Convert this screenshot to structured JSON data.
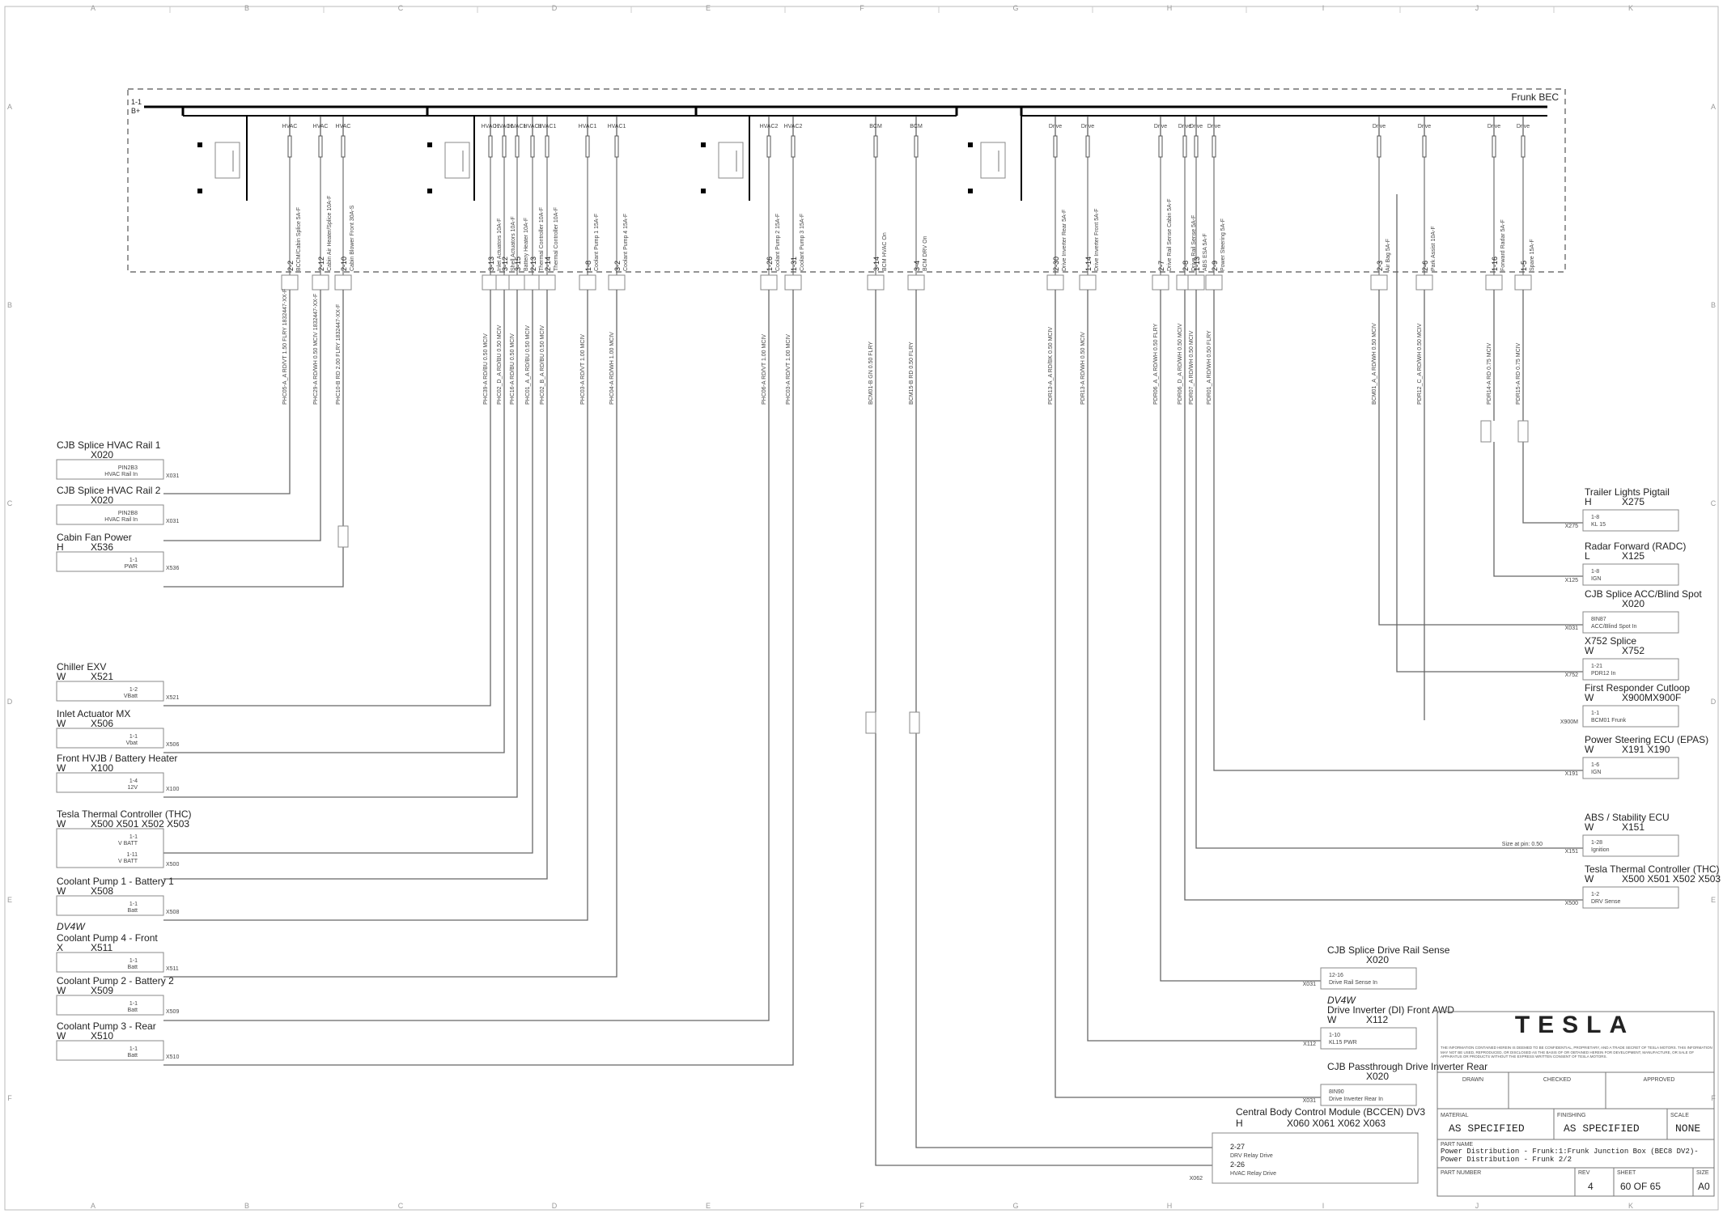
{
  "frame": {
    "columns": [
      "A",
      "B",
      "C",
      "D",
      "E",
      "F",
      "G",
      "H",
      "I",
      "J",
      "K"
    ],
    "rows": [
      "A",
      "B",
      "C",
      "D",
      "E",
      "F"
    ]
  },
  "bec": {
    "title": "Frunk BEC",
    "feed_pin": "1-1",
    "feed_label": "B+"
  },
  "fuses": [
    {
      "pin": "2-2",
      "name": "BCCM/Cabin Splice 5A-F",
      "circuit": "HVAC",
      "wire": "PHC05-A_A  RD/VT 1.50 FLRY  1832447-XX-F"
    },
    {
      "pin": "2-12",
      "name": "Cabin Air Heater/Splice 10A-F",
      "circuit": "HVAC",
      "wire": "PHC29-A  RD/WH 0.50 MCIV  1832447-XX-F"
    },
    {
      "pin": "2-10",
      "name": "Cabin Blower Front 30A-S",
      "circuit": "HVAC",
      "wire": "PHC10-B  RD 2.00 FLRY  1832447-XX-F"
    },
    {
      "pin": "3-13",
      "name": "Inlet Actuators 10A-F",
      "circuit": "HVAC1",
      "wire": "PHC39-A  RD/BU 0.50 MCIV"
    },
    {
      "pin": "3-12",
      "name": "Shell Actuators 10A-F",
      "circuit": "HVAC1",
      "wire": "PHC02_D_A  RD/BU 0.50 MCIV"
    },
    {
      "pin": "3-15",
      "name": "Battery Heater 10A-F",
      "circuit": "HVAC1",
      "wire": "PHC16-A  RD/BU 0.50 MCIV"
    },
    {
      "pin": "2-13",
      "name": "Thermal Controller 10A-F",
      "circuit": "HVAC1",
      "wire": "PHC01_A_A  RD/BU 0.50 MCIV"
    },
    {
      "pin": "2-14",
      "name": "Thermal Controller 10A-F",
      "circuit": "HVAC1",
      "wire": "PHC02_B_A  RD/BU 0.50 MCIV"
    },
    {
      "pin": "1-8",
      "name": "Coolant Pump 1 15A-F",
      "circuit": "HVAC1",
      "wire": "PHC03-A  RD/VT 1.00 MCIV"
    },
    {
      "pin": "3-2",
      "name": "Coolant Pump 4 15A-F",
      "circuit": "HVAC1",
      "wire": "PHC04-A  RD/WH 1.00 MCIV"
    },
    {
      "pin": "1-26",
      "name": "Coolant Pump 2 15A-F",
      "circuit": "HVAC2",
      "wire": "PHC06-A  RD/VT 1.00 MCIV"
    },
    {
      "pin": "1-31",
      "name": "Coolant Pump 3 15A-F",
      "circuit": "HVAC2",
      "wire": "PHC03-A  RD/VT 1.00 MCIV"
    },
    {
      "pin": "3-14",
      "name": "BCM HVAC On",
      "circuit": "BCM",
      "wire": "BCM01-B  GN 0.50 FLRY"
    },
    {
      "pin": "3-4",
      "name": "BCM DRV On",
      "circuit": "BCM",
      "wire": "BCM15-B  RD 0.50 FLRY"
    },
    {
      "pin": "2-30",
      "name": "Drive Inverter Rear 5A-F",
      "circuit": "Drive",
      "wire": "PDR13-A_A  RD/BK 0.50 MCIV"
    },
    {
      "pin": "1-14",
      "name": "Drive Inverter Front 5A-F",
      "circuit": "Drive",
      "wire": "PDR13-A  RD/WH 0.50 MCIV"
    },
    {
      "pin": "2-7",
      "name": "Drive Rail Sense Cabin 5A-F",
      "circuit": "Drive",
      "wire": "PDR06_A_A  RD/WH 0.50 FLRY"
    },
    {
      "pin": "2-8",
      "name": "Drive Rail Sense 5A-F",
      "circuit": "Drive",
      "wire": "PDR06_D_A  RD/WH 0.50 MCIV"
    },
    {
      "pin": "1-13",
      "name": "ABS ESA 5A-F",
      "circuit": "Drive",
      "wire": "PDR07_A  RD/WH 0.50 MCIV"
    },
    {
      "pin": "2-9",
      "name": "Power Steering 5A-F",
      "circuit": "Drive",
      "wire": "PDR01_A  RD/WH 0.50 FLRY"
    },
    {
      "pin": "2-3",
      "name": "Air Bag 5A-F",
      "circuit": "Drive",
      "wire": "BCM01_A_A  RD/WH 0.50 MCIV"
    },
    {
      "pin": "2-6",
      "name": "Park Assist 10A-F",
      "circuit": "Drive",
      "wire": "PDR12_C_A  RD/WH 0.50 MCIV"
    },
    {
      "pin": "1-16",
      "name": "Forward Radar 5A-F",
      "circuit": "Drive",
      "wire": "PDR14-A  RD 0.75 MCIV"
    },
    {
      "pin": "1-5",
      "name": "Spare 15A-F",
      "circuit": "Drive",
      "wire": "PDR15-A  RD 0.75 MCIV"
    }
  ],
  "left_connectors": [
    {
      "title": "CJB Splice HVAC Rail 1",
      "prefix": "",
      "code": "X020",
      "pin": "PIN2B3",
      "pin_label": "HVAC Rail In",
      "ref": "X031"
    },
    {
      "title": "CJB Splice HVAC Rail 2",
      "prefix": "",
      "code": "X020",
      "pin": "PIN2B8",
      "pin_label": "HVAC Rail In",
      "ref": "X031"
    },
    {
      "title": "Cabin Fan Power",
      "prefix": "H",
      "code": "X536",
      "pin": "1-1",
      "pin_label": "PWR",
      "ref": "X536"
    },
    {
      "title": "Chiller EXV",
      "prefix": "W",
      "code": "X521",
      "pin": "1-2",
      "pin_label": "VBatt",
      "ref": "X521"
    },
    {
      "title": "Inlet Actuator MX",
      "prefix": "W",
      "code": "X506",
      "pin": "1-1",
      "pin_label": "Vbat",
      "ref": "X506"
    },
    {
      "title": "Front HVJB / Battery Heater",
      "prefix": "W",
      "code": "X100",
      "pin": "1-4",
      "pin_label": "12V",
      "ref": "X100"
    },
    {
      "title": "Tesla Thermal Controller (THC)",
      "prefix": "W",
      "code": "X500  X501  X502  X503",
      "pin": "1-1",
      "pin_label": "V BATT",
      "pin2": "1-11",
      "pin2_label": "V BATT",
      "ref": "X500"
    },
    {
      "title": "Coolant Pump 1 - Battery 1",
      "prefix": "W",
      "code": "X508",
      "pin": "1-1",
      "pin_label": "Batt",
      "ref": "X508"
    },
    {
      "title": "Coolant Pump 4 - Front",
      "prefix": "X",
      "code": "X511",
      "tag": "DV4W",
      "pin": "1-1",
      "pin_label": "Batt",
      "ref": "X511"
    },
    {
      "title": "Coolant Pump 2 - Battery 2",
      "prefix": "W",
      "code": "X509",
      "pin": "1-1",
      "pin_label": "Batt",
      "ref": "X509"
    },
    {
      "title": "Coolant Pump 3 - Rear",
      "prefix": "W",
      "code": "X510",
      "pin": "1-1",
      "pin_label": "Batt",
      "ref": "X510"
    }
  ],
  "right_connectors": [
    {
      "title": "Trailer Lights Pigtail",
      "prefix": "H",
      "code": "X275",
      "pin": "1-8",
      "pin_label": "KL 15",
      "ref": "X275"
    },
    {
      "title": "Radar Forward (RADC)",
      "prefix": "L",
      "code": "X125",
      "pin": "1-8",
      "pin_label": "IGN",
      "ref": "X125"
    },
    {
      "title": "CJB Splice ACC/Blind Spot",
      "prefix": "",
      "code": "X020",
      "pin": "8IN87",
      "pin_label": "ACC/Blind Spot In",
      "ref": "X031"
    },
    {
      "title": "X752 Splice",
      "prefix": "W",
      "code": "X752",
      "pin": "1-21",
      "pin_label": "PDR12 In",
      "ref": "X752"
    },
    {
      "title": "First Responder Cutloop",
      "prefix": "W",
      "code": "X900MX900F",
      "pin": "1-1",
      "pin_label": "BCM01 Frunk",
      "ref": "X900M"
    },
    {
      "title": "Power Steering ECU (EPAS)",
      "prefix": "W",
      "code": "X191  X190",
      "pin": "1-6",
      "pin_label": "IGN",
      "ref": "X191"
    },
    {
      "title": "ABS / Stability ECU",
      "prefix": "W",
      "code": "X151",
      "pin": "1-28",
      "pin_label": "Ignition",
      "ref": "X151"
    },
    {
      "title": "Tesla Thermal Controller (THC)",
      "prefix": "W",
      "code": "X500  X501  X502  X503",
      "pin": "1-2",
      "pin_label": "DRV Sense",
      "ref": "X500"
    }
  ],
  "bottom_connectors": [
    {
      "title": "CJB Splice Drive Rail Sense",
      "tag": "",
      "prefix": "",
      "code": "X020",
      "pin": "12-16",
      "pin_label": "Drive Rail Sense In",
      "ref": "X031"
    },
    {
      "title": "Drive Inverter (DI) Front AWD",
      "tag": "DV4W",
      "prefix": "W",
      "code": "X112",
      "pin": "1-10",
      "pin_label": "KL15 PWR",
      "ref": "X112"
    },
    {
      "title": "CJB Passthrough Drive Inverter Rear",
      "tag": "",
      "prefix": "",
      "code": "X020",
      "pin": "8IN90",
      "pin_label": "Drive Inverter Rear In",
      "ref": "X031"
    }
  ],
  "bccm": {
    "title": "Central Body Control Module (BCCEN) DV3",
    "prefix": "H",
    "codes": "X060  X061  X062  X063",
    "pin1": "2-27",
    "pin1_label": "DRV Relay Drive",
    "pin2": "2-26",
    "pin2_label": "HVAC Relay Drive",
    "ref": "X062"
  },
  "misc": {
    "cutloop_f": "X900F",
    "cutloop_m": "X900M",
    "splice_h": "X900F",
    "size_note": "Size at pin: 0.50"
  },
  "title_block": {
    "logo": "TESLA",
    "disclaimer": "THE INFORMATION CONTAINED HEREIN IS DEEMED TO BE CONFIDENTIAL, PROPRIETARY, AND A TRADE SECRET OF TESLA MOTORS. THIS INFORMATION MAY NOT BE USED, REPRODUCED, OR DISCLOSED AS THE BASIS OF OR OBTAINED HEREIN FOR DEVELOPMENT, MANUFACTURE, OR SALE OF APPARATUS OR PRODUCTS WITHOUT THE EXPRESS WRITTEN CONSENT OF TESLA MOTORS.",
    "drawn": "DRAWN",
    "checked": "CHECKED",
    "approved": "APPROVED",
    "material_label": "MATERIAL",
    "material": "AS SPECIFIED",
    "finishing_label": "FINISHING",
    "finishing": "AS SPECIFIED",
    "scale_label": "SCALE",
    "scale": "NONE",
    "part_name_label": "PART NAME",
    "part_name": "Power Distribution - Frunk:1:Frunk Junction Box (BEC8 DV2)-Power Distribution - Frunk 2/2",
    "part_number_label": "PART NUMBER",
    "rev_label": "REV",
    "rev": "4",
    "sheet_label": "SHEET",
    "sheet": "60 OF 65",
    "size_label": "SIZE",
    "size": "A0"
  }
}
